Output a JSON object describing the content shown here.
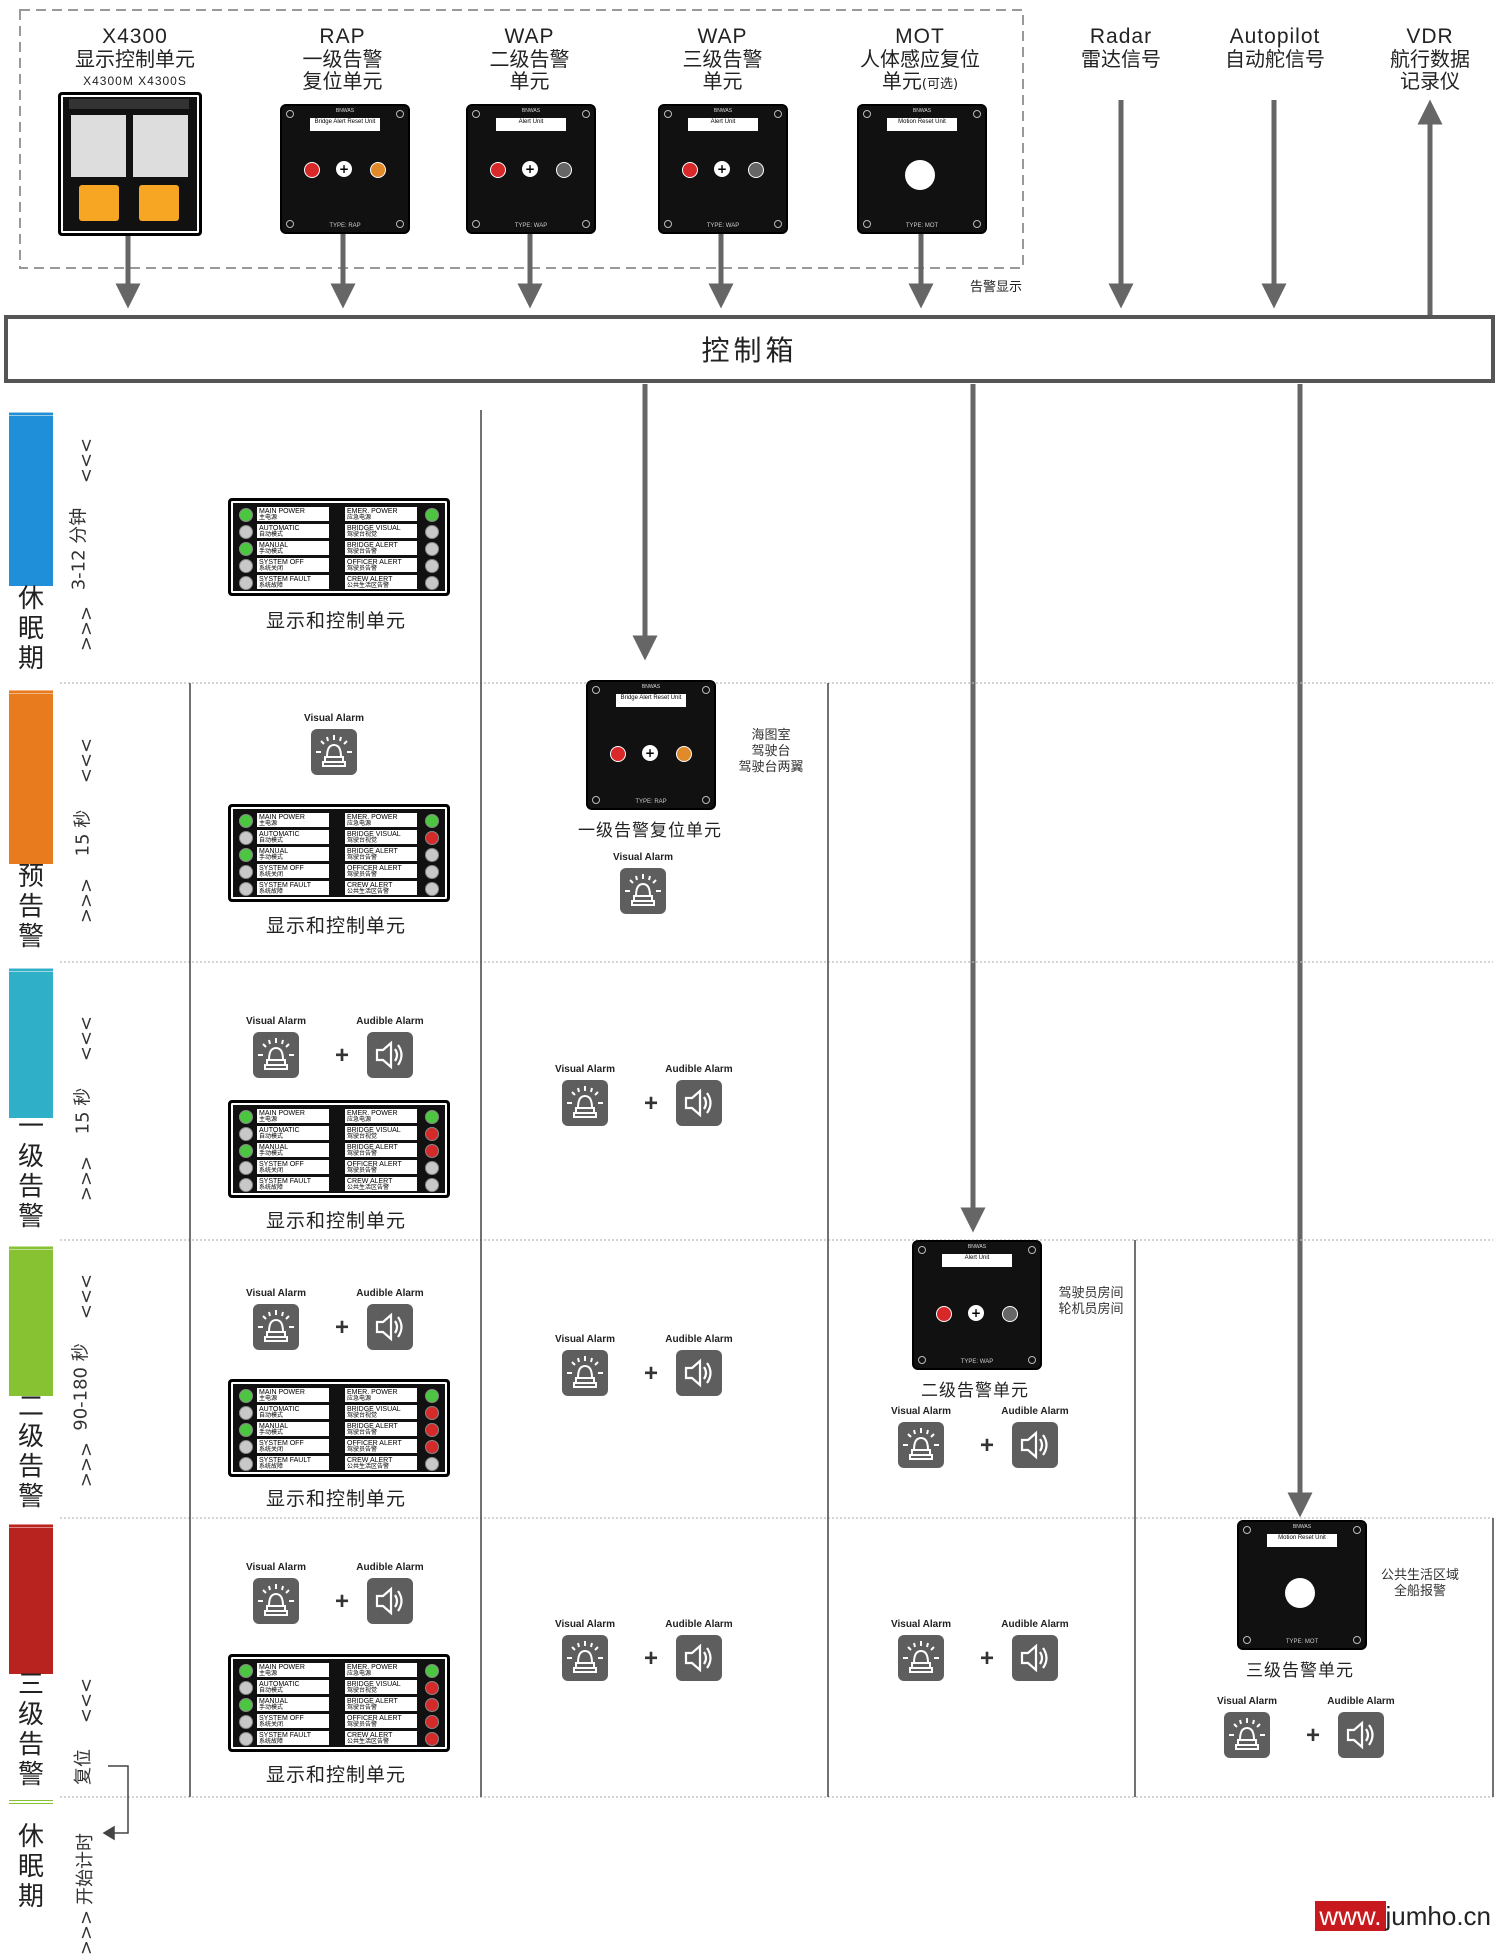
{
  "top_units": [
    {
      "code": "X4300",
      "name": "显示控制单元",
      "sub": "X4300M   X4300S"
    },
    {
      "code": "RAP",
      "name": "一级告警",
      "name2": "复位单元"
    },
    {
      "code": "WAP",
      "name": "二级告警",
      "name2": "单元"
    },
    {
      "code": "WAP",
      "name": "三级告警",
      "name2": "单元"
    },
    {
      "code": "MOT",
      "name": "人体感应复位",
      "name2": "单元",
      "name2_small": "(可选)"
    },
    {
      "code": "Radar",
      "name": "雷达信号"
    },
    {
      "code": "Autopilot",
      "name": "自动舵信号"
    },
    {
      "code": "VDR",
      "name": "航行数据",
      "name2": "记录仪"
    }
  ],
  "dashed_group_caption": "告警显示",
  "control_box": "控制箱",
  "phases": [
    {
      "name": [
        "休",
        "眠",
        "期"
      ],
      "duration": "3-12 分钟",
      "color": "#1e8fd8"
    },
    {
      "name": [
        "预",
        "告",
        "警"
      ],
      "duration": "15 秒",
      "color": "#e87b1e"
    },
    {
      "name": [
        "一",
        "级",
        "告",
        "警"
      ],
      "duration": "15 秒",
      "color": "#2fb0c8"
    },
    {
      "name": [
        "二",
        "级",
        "告",
        "警"
      ],
      "duration": "90-180 秒",
      "color": "#86c232"
    },
    {
      "name": [
        "三",
        "级",
        "告",
        "警"
      ],
      "duration": "复位",
      "color": "#b8231f"
    }
  ],
  "sleep_end": {
    "name": [
      "休",
      "眠",
      "期"
    ],
    "label": "开始计时"
  },
  "arrow_marks": {
    "down": ">>>",
    "up": "<<<"
  },
  "display_caption": "显示和控制单元",
  "panel_rows_left": [
    {
      "en": "MAIN POWER",
      "cn": "主电源"
    },
    {
      "en": "AUTOMATIC",
      "cn": "自动模式"
    },
    {
      "en": "MANUAL",
      "cn": "手动模式"
    },
    {
      "en": "SYSTEM OFF",
      "cn": "系统关闭"
    },
    {
      "en": "SYSTEM FAULT",
      "cn": "系统故障"
    }
  ],
  "panel_rows_right": [
    {
      "en": "EMER. POWER",
      "cn": "应急电源"
    },
    {
      "en": "BRIDGE VISUAL",
      "cn": "驾驶台视觉"
    },
    {
      "en": "BRIDGE ALERT",
      "cn": "驾驶台告警"
    },
    {
      "en": "OFFICER ALERT",
      "cn": "驾驶员告警"
    },
    {
      "en": "CREW ALERT",
      "cn": "公共生活区告警"
    }
  ],
  "visual_alarm": "Visual Alarm",
  "audible_alarm": "Audible Alarm",
  "plus": "+",
  "rap_unit": {
    "header": "Bridge Alert Reset Unit",
    "caption": "一级告警复位单元",
    "note": [
      "海图室",
      "驾驶台",
      "驾驶台两翼"
    ],
    "type": "TYPE: RAP"
  },
  "wap2_unit": {
    "header": "Alert Unit",
    "caption": "二级告警单元",
    "note": [
      "驾驶员房间",
      "轮机员房间"
    ],
    "type": "TYPE: WAP"
  },
  "wap3_unit": {
    "header": "Motion Reset Unit",
    "caption": "三级告警单元",
    "note": [
      "公共生活区域",
      "全船报警"
    ],
    "type": "TYPE: MOT"
  },
  "brand_small": "BNWAS",
  "watermark": {
    "a": "www.",
    "b": "jumho.cn"
  },
  "colors": {
    "led_green": "#4cc640",
    "led_red": "#d42a2a",
    "led_grey": "#c8c8c8",
    "arrow": "#666666"
  }
}
